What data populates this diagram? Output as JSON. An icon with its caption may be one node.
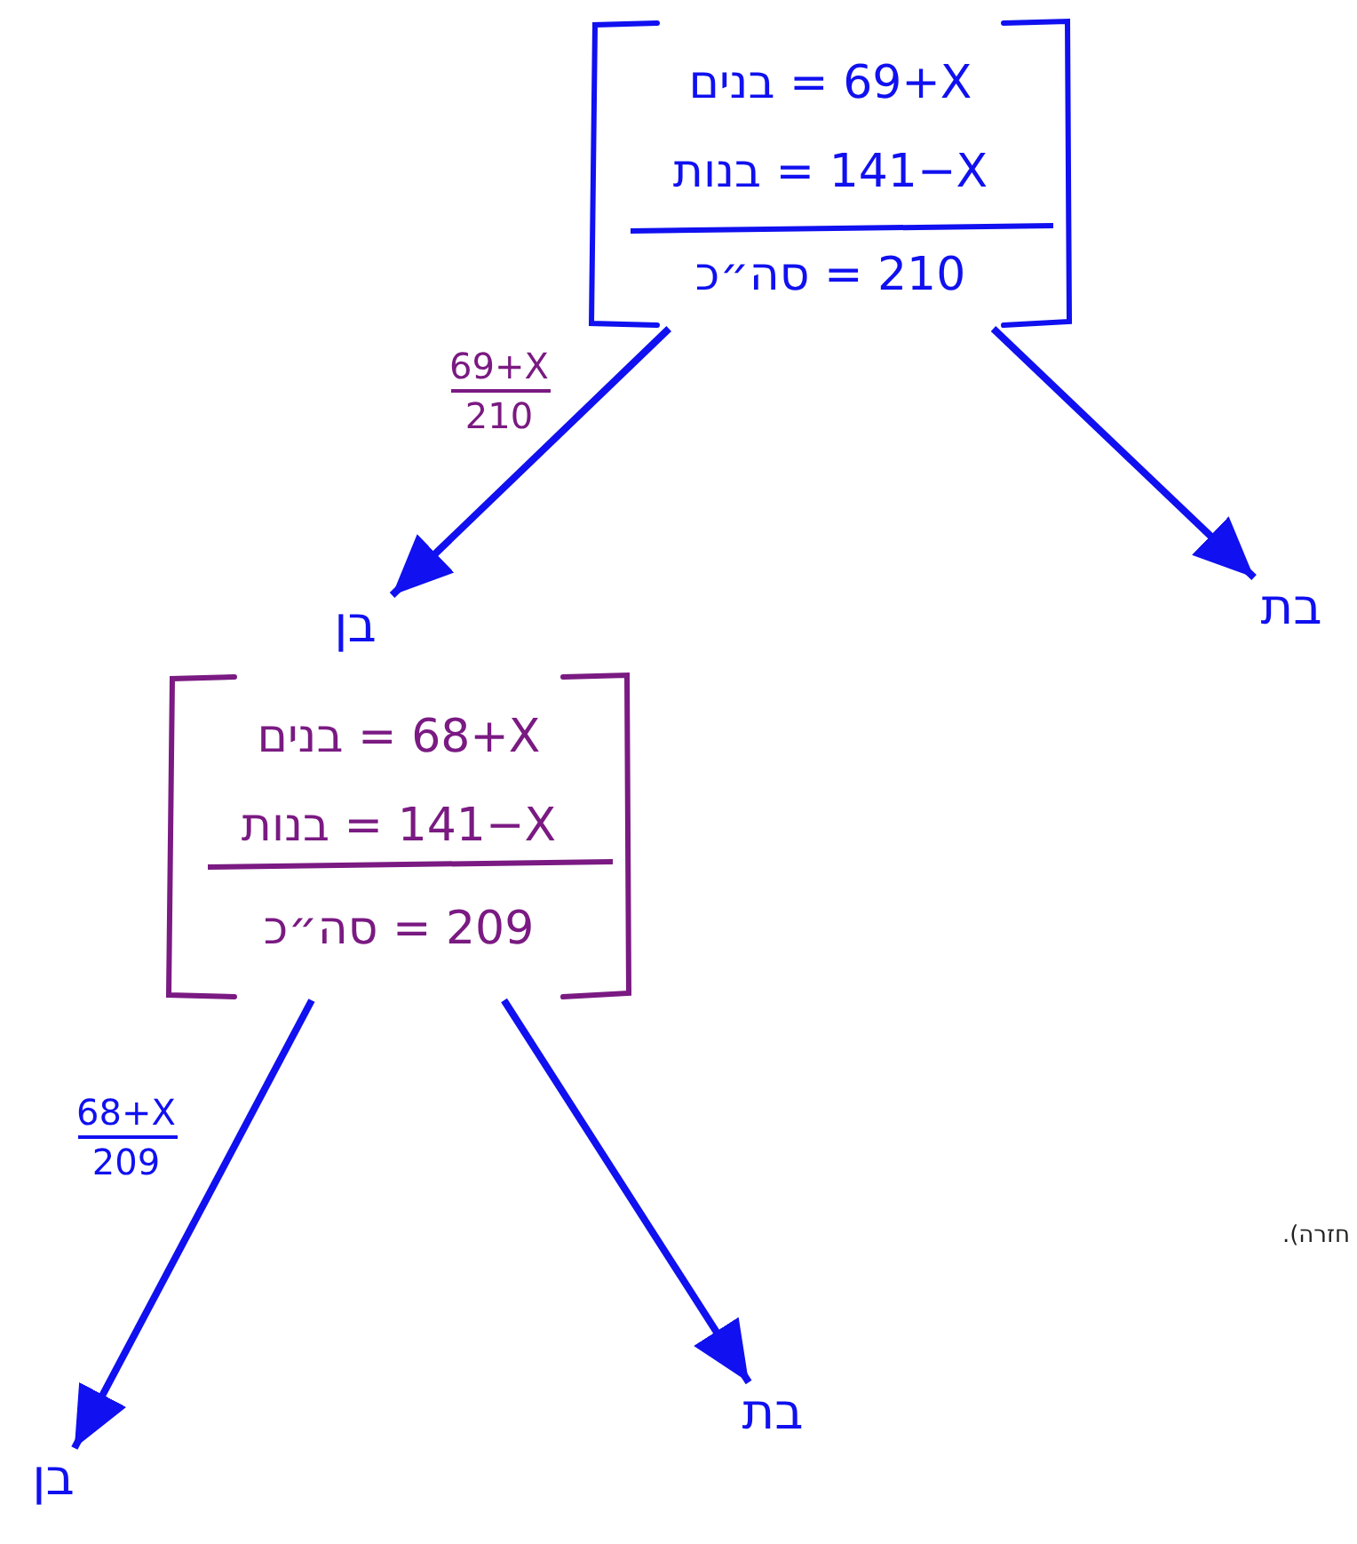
{
  "diagram": {
    "nodes": [
      {
        "text": [
          "בנים = ‎69+X",
          "בנות = ‎141−X",
          "סה״כ = ‎210"
        ]
      },
      {
        "text": [
          "בן"
        ]
      },
      {
        "text": [
          "בת"
        ]
      },
      {
        "text": [
          "בנים = ‎68+X",
          "בנות = ‎141−X",
          "סה״כ = ‎209"
        ]
      },
      {
        "text": [
          "בן"
        ]
      },
      {
        "text": [
          "בת"
        ]
      }
    ],
    "edges": [
      {
        "from": 0,
        "to": 1,
        "arrow": "to",
        "label": "69+X 210"
      },
      {
        "from": 0,
        "to": 2,
        "arrow": "to"
      },
      {
        "from": 3,
        "to": 4,
        "arrow": "to",
        "label": "68+X 209"
      },
      {
        "from": 3,
        "to": 5,
        "arrow": "to"
      }
    ],
    "labels": [
      "חזרה)."
    ]
  }
}
